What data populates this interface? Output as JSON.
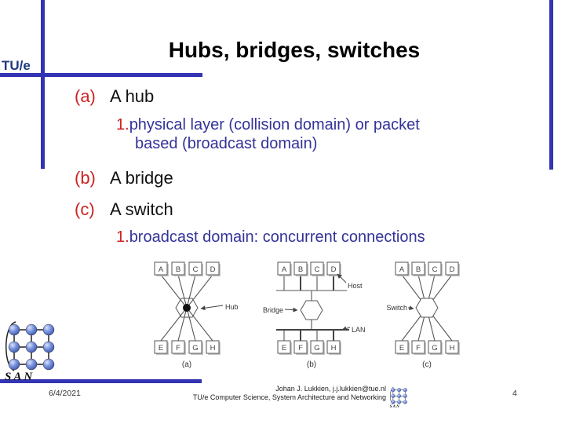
{
  "header": {
    "logo_text": "TU/e",
    "title": "Hubs, bridges, switches"
  },
  "content": {
    "item_a": {
      "marker": "(a)",
      "text": "A hub"
    },
    "sub_a": {
      "marker": "1.",
      "line1": "physical layer (collision domain) or packet",
      "line2": "based (broadcast domain)"
    },
    "item_b": {
      "marker": "(b)",
      "text": "A bridge"
    },
    "item_c": {
      "marker": "(c)",
      "text": "A switch"
    },
    "sub_c": {
      "marker": "1.",
      "text": "broadcast domain: concurrent connections"
    }
  },
  "figure": {
    "top_hosts": [
      "A",
      "B",
      "C",
      "D"
    ],
    "bottom_hosts": [
      "E",
      "F",
      "G",
      "H"
    ],
    "hub_label": "Hub",
    "bridge_label": "Bridge",
    "switch_label": "Switch",
    "host_label": "Host",
    "lan_label": "LAN",
    "caption_a": "(a)",
    "caption_b": "(b)",
    "caption_c": "(c)"
  },
  "san_logo": {
    "text": "SAN"
  },
  "footer": {
    "date": "6/4/2021",
    "author": "Johan J. Lukkien, j.j.lukkien@tue.nl",
    "affiliation": "TU/e Computer Science, System Architecture and Networking",
    "page": "4"
  },
  "colors": {
    "accent_blue": "#3333B3",
    "marker_red": "#CC2222",
    "body_blue": "#333399",
    "logo_navy": "#1E3A80"
  }
}
